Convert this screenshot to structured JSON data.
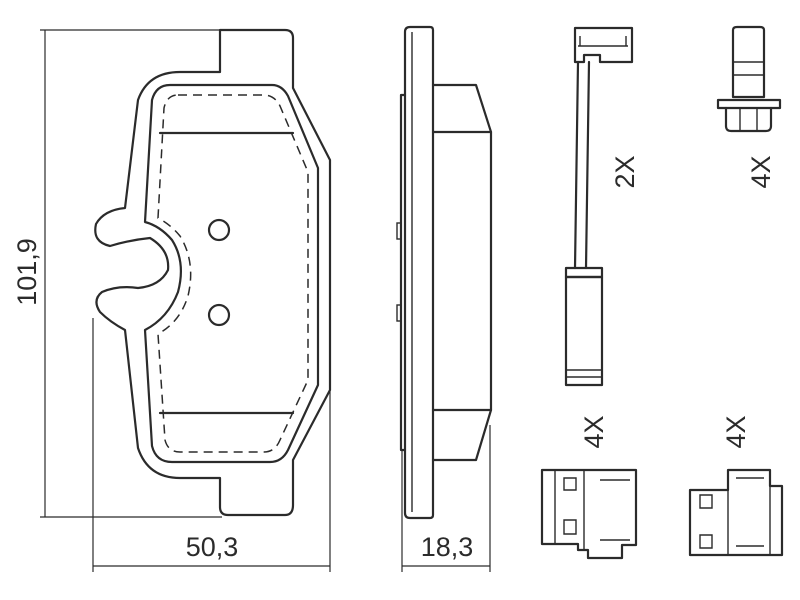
{
  "dimensions": {
    "height": "101,9",
    "width": "50,3",
    "thickness": "18,3"
  },
  "quantities": {
    "wear_sensor": "2X",
    "bolt": "4X",
    "clip_a": "4X",
    "clip_b": "4X"
  }
}
